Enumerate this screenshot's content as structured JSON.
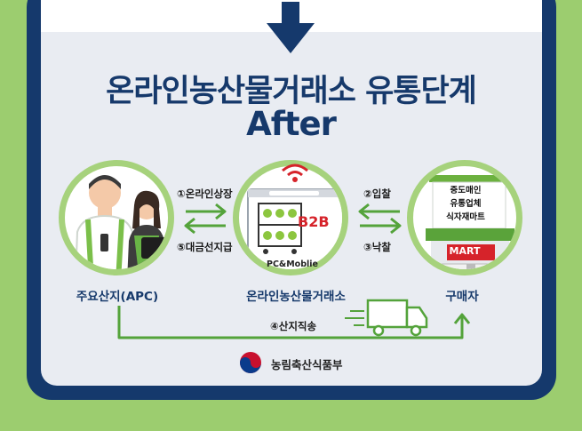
{
  "title": {
    "line1": "온라인농산물거래소 유통단계",
    "line2": "After"
  },
  "nodes": {
    "producer": "주요산지(APC)",
    "exchange": "온라인농산물거래소",
    "buyer": "구매자"
  },
  "flows": {
    "online_listing": "①온라인상장",
    "bid": "②입찰",
    "award": "③낙찰",
    "direct_shipping": "④산지직송",
    "advance_payment": "⑤대금선지급"
  },
  "exchange_screen": {
    "badge": "B2B",
    "caption": "PC&Moblie"
  },
  "buyer_store": {
    "line1": "중도매인",
    "line2": "유통업체",
    "line3": "식자재마트",
    "sign": "MART"
  },
  "footer": {
    "ministry": "농림축산식품부"
  },
  "colors": {
    "navy": "#15396c",
    "green_background": "#9ccd6f",
    "circle_border": "#a6d27c",
    "arrow_green": "#54a33b",
    "panel": "#e9ecf2",
    "accent_red": "#d6232a"
  },
  "icons": [
    "down-arrow-icon",
    "wifi-icon",
    "truck-icon",
    "mart-store-icon",
    "ministry-logo-icon"
  ]
}
